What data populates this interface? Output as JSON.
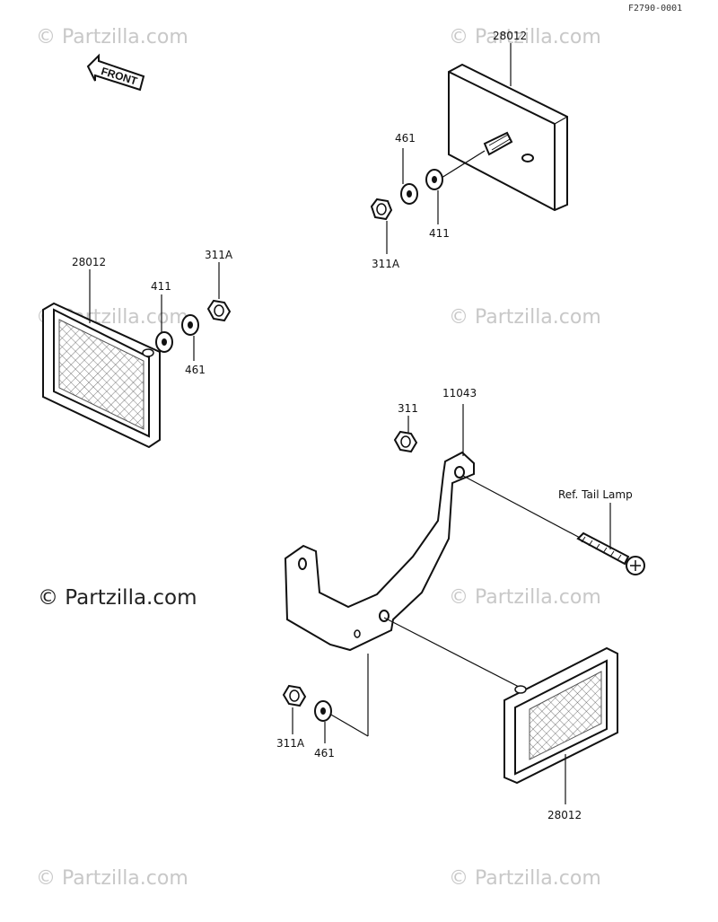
{
  "diagram_code": "F2790-0001",
  "watermark": "© Partzilla.com",
  "watermark_main": "© Partzilla.com",
  "front_arrow_text": "FRONT",
  "labels": {
    "reflector_top": "28012",
    "washer_461_top": "461",
    "washer_411_top": "411",
    "nut_311A_top": "311A",
    "reflector_left": "28012",
    "washer_411_left": "411",
    "nut_311A_left": "311A",
    "washer_461_left": "461",
    "nut_311": "311",
    "bracket_11043": "11043",
    "ref_tail_lamp": "Ref. Tail Lamp",
    "nut_311A_bottom": "311A",
    "washer_461_bottom": "461",
    "reflector_bottom": "28012"
  }
}
